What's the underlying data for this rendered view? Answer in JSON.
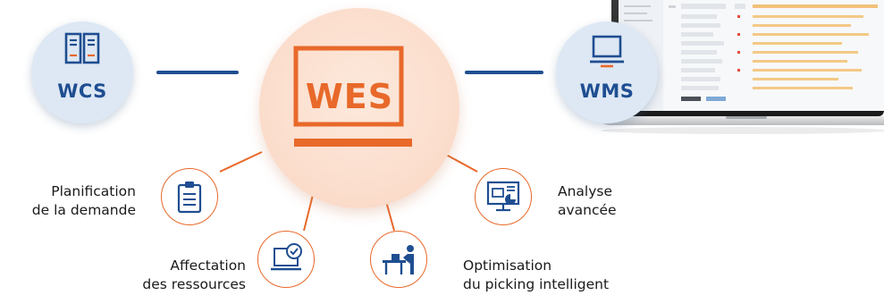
{
  "hub": {
    "label": "WES",
    "accent": "#e8692a"
  },
  "left_node": {
    "label": "WCS",
    "icon": "server-racks-icon"
  },
  "right_node": {
    "label": "WMS",
    "icon": "laptop-icon"
  },
  "features": {
    "planning": {
      "line1": "Planification",
      "line2": "de la demande",
      "icon": "clipboard-icon"
    },
    "resources": {
      "line1": "Affectation",
      "line2": "des ressources",
      "icon": "laptop-check-icon"
    },
    "picking": {
      "line1": "Optimisation",
      "line2": "du picking intelligent",
      "icon": "worker-at-station-icon"
    },
    "analytics": {
      "line1": "Analyse",
      "line2": "avancée",
      "icon": "dashboard-monitor-icon"
    }
  },
  "colors": {
    "brand_blue": "#1f4e91",
    "orange": "#e8692a",
    "soft_blue": "#dde8f4",
    "peach": "#fbe3d5"
  }
}
